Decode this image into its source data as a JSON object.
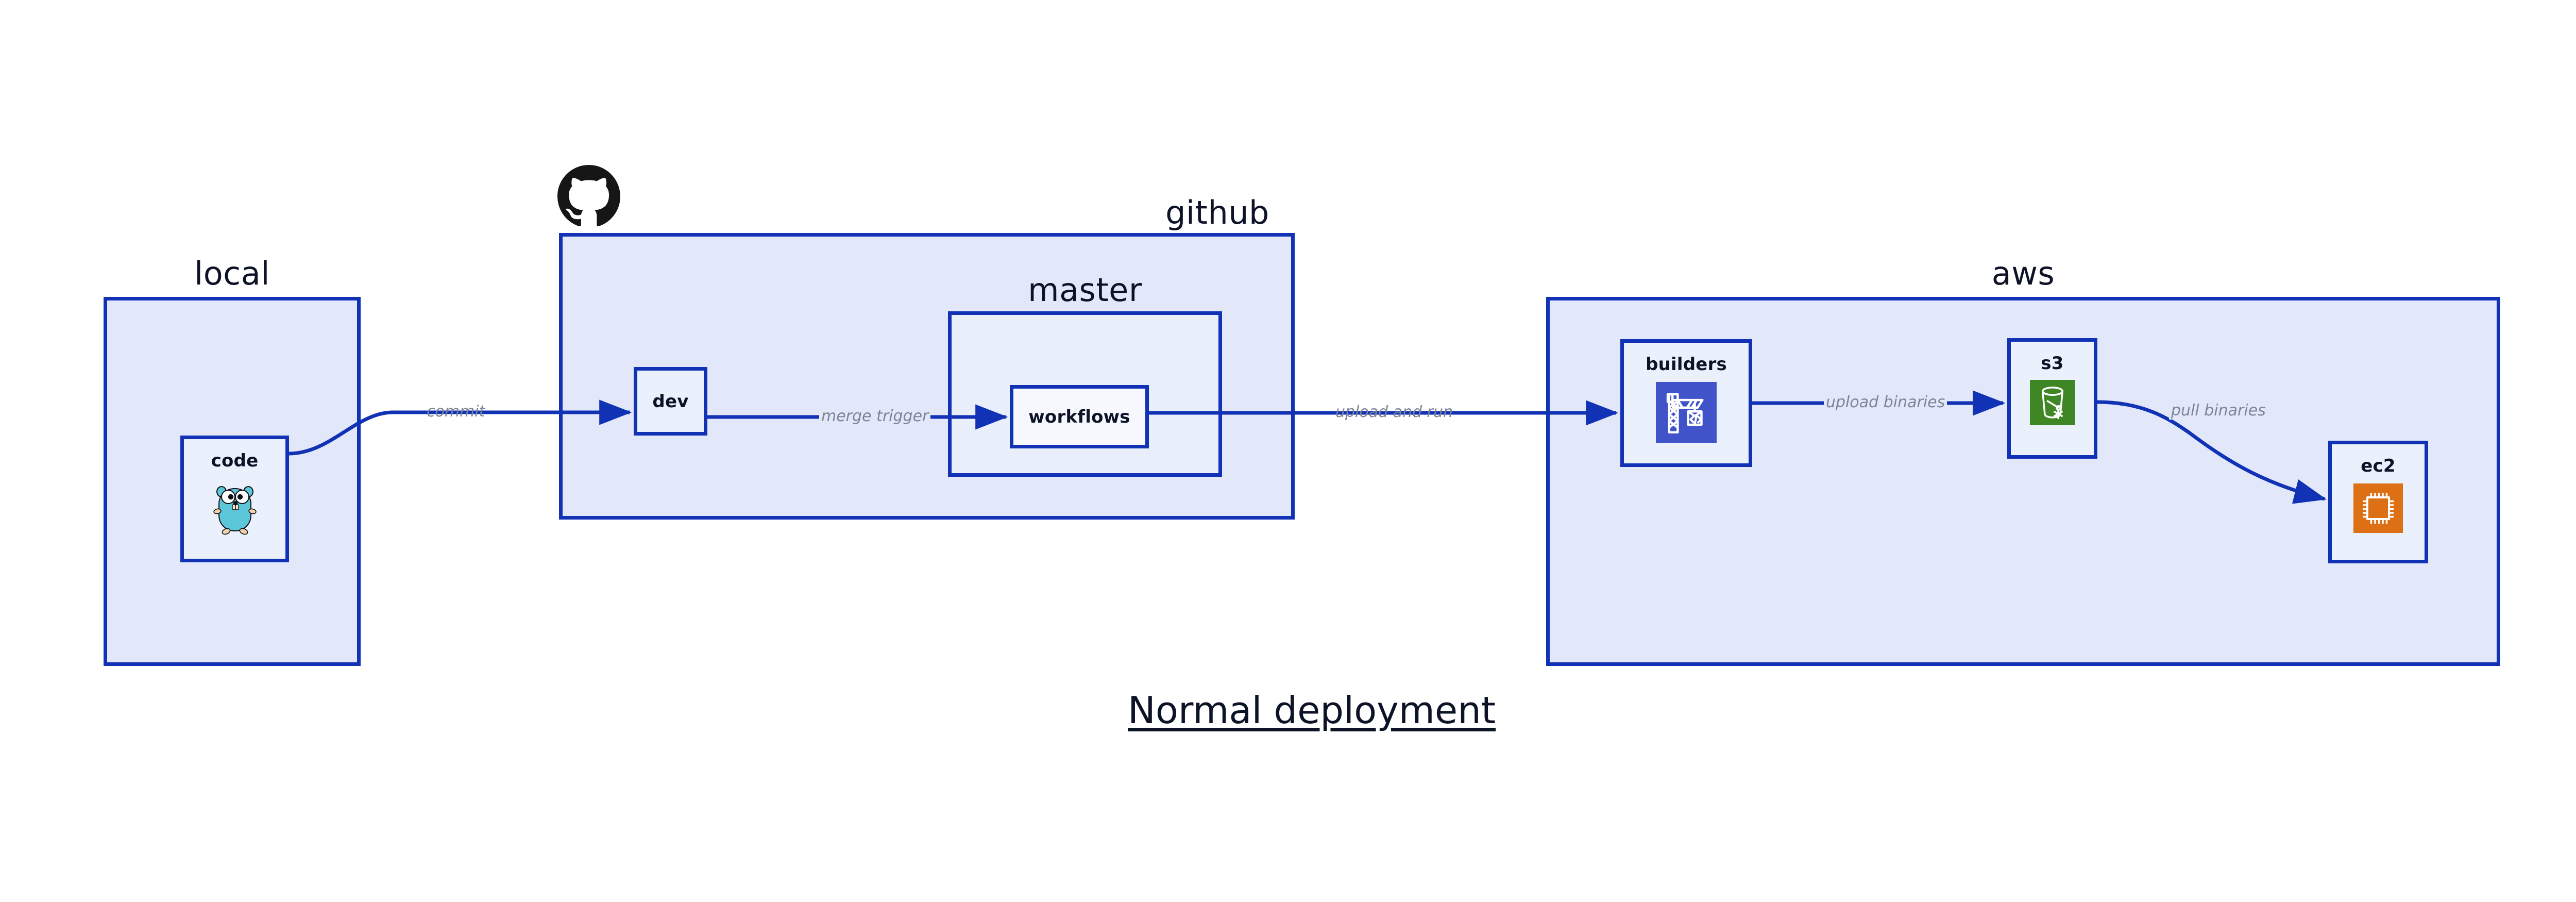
{
  "diagram": {
    "title": "Normal deployment",
    "colors": {
      "zone_fill": "#e2e8fa",
      "zone_inner_fill": "#e9eefb",
      "node_fill": "#eaf0fc",
      "node_fill_white": "#f6f8fe",
      "border_blue": "#1132b5",
      "arrow_blue": "#1132b5",
      "label_gray": "#7d8496",
      "text_navy": "#0d1327",
      "codebuild_indigo": "#4053c9",
      "s3_green": "#3f8624",
      "ec2_orange": "#dd6f14",
      "gopher_cyan": "#5cc7d8",
      "octocat_black": "#161616"
    }
  },
  "zones": {
    "local": {
      "title": "local"
    },
    "github": {
      "title": "github"
    },
    "master": {
      "title": "master"
    },
    "aws": {
      "title": "aws"
    }
  },
  "nodes": {
    "code": {
      "label": "code",
      "icon": "go-gopher-icon"
    },
    "dev": {
      "label": "dev",
      "icon": "none"
    },
    "workflows": {
      "label": "workflows",
      "icon": "none"
    },
    "builders": {
      "label": "builders",
      "icon": "aws-codebuild-icon"
    },
    "s3": {
      "label": "s3",
      "icon": "aws-s3-bucket-icon"
    },
    "ec2": {
      "label": "ec2",
      "icon": "aws-ec2-chip-icon"
    }
  },
  "edges": [
    {
      "id": "commit",
      "label": "commit",
      "from": "code",
      "to": "dev"
    },
    {
      "id": "merge-trigger",
      "label": "merge trigger",
      "from": "dev",
      "to": "workflows"
    },
    {
      "id": "upload-and-run",
      "label": "upload and run",
      "from": "workflows",
      "to": "builders"
    },
    {
      "id": "upload-binaries",
      "label": "upload binaries",
      "from": "builders",
      "to": "s3"
    },
    {
      "id": "pull-binaries",
      "label": "pull binaries",
      "from": "s3",
      "to": "ec2"
    }
  ],
  "logos": {
    "github": "github-octocat-icon"
  }
}
